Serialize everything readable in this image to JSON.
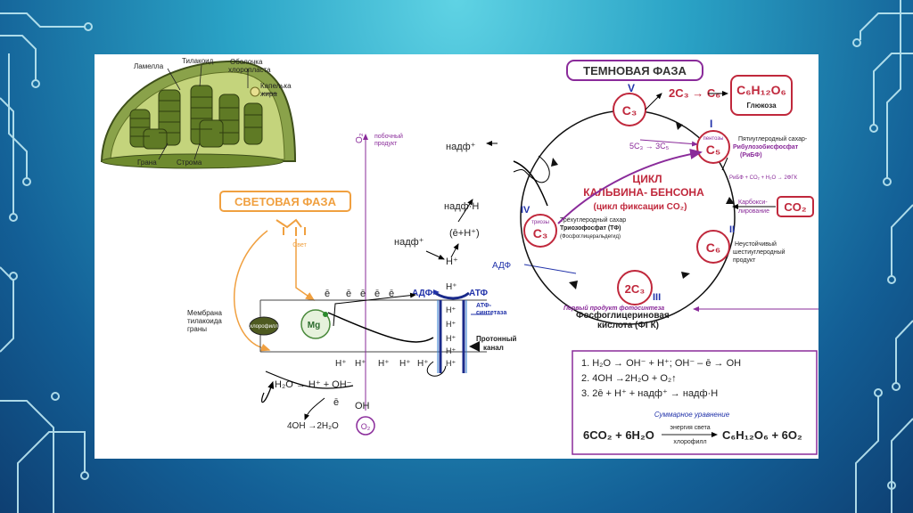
{
  "chloroplast": {
    "lamella": "Ламелла",
    "thylakoid": "Тилакоид",
    "envelope_1": "Оболочка",
    "envelope_2": "хлоропласта",
    "droplet_1": "Капелька",
    "droplet_2": "жира",
    "grana": "Грана",
    "stroma": "Строма"
  },
  "light_phase": {
    "title": "СВЕТОВАЯ ФАЗА",
    "light": "Свет",
    "membrane_1": "Мембрана",
    "membrane_2": "тилакоида",
    "membrane_3": "граны",
    "chlorophyll": "хлорофилл",
    "mg": "Mg",
    "electrons": [
      "ē",
      "ē",
      "ē",
      "ē",
      "ē"
    ],
    "protons_bottom": [
      "H⁺",
      "H⁺",
      "H⁺",
      "H⁺",
      "H⁺"
    ],
    "protons_channel": [
      "H⁺",
      "H⁺",
      "H⁺",
      "H⁺",
      "H⁺"
    ],
    "h_plus_top": "H⁺",
    "adf": "АДФ",
    "atf": "АТФ",
    "atp_synthase_1": "АТФ-",
    "atp_synthase_2": "синтетаза",
    "proton_channel_1": "Протонный",
    "proton_channel_2": "канал",
    "o2": "O₂",
    "byproduct_1": "побочный",
    "byproduct_2": "продукт",
    "nadp_plus_top": "надф⁺",
    "nadp_h": "надф·Н",
    "e_h": "(ē+H⁺)",
    "nadp_plus_mid": "надф⁺",
    "adf_out": "АДФ",
    "photolysis_1": "H₂O → H⁺ + OH⁻",
    "photolysis_e": "ē",
    "photolysis_oh": "OH",
    "photolysis_2": "4OH →2H₂O",
    "o2_circle": "O₂"
  },
  "dark_phase": {
    "title": "ТЕМНОВАЯ ФАЗА",
    "cycle_1": "ЦИКЛ",
    "cycle_2": "КАЛЬВИНА- БЕНСОНА",
    "cycle_3": "(цикл фиксации CO₂)",
    "roman": [
      "V",
      "I",
      "II",
      "III",
      "IV"
    ],
    "c3_top": "C₃",
    "c3_top_products": "2C₃ → C₆",
    "glucose_formula": "C₆H₁₂O₆",
    "glucose_label": "Глюкоза",
    "c5": "C₅",
    "c5_pre": "5C₃ → 3C₅",
    "pentoses": "пентозы",
    "c5_desc_1": "Пятиуглеродный сахар-",
    "c5_desc_2": "Рибулозобисфосфат",
    "c5_desc_3": "(РиБФ)",
    "ribf_eq": "РиБФ + CO₂ + H₂O → 2ФГК",
    "co2": "CO₂",
    "carboxylation_1": "Карбокси-",
    "carboxylation_2": "лирование",
    "c6": "C₆",
    "c6_desc_1": "Неустойчивый",
    "c6_desc_2": "шестиуглеродный",
    "c6_desc_3": "продукт",
    "twoc3": "2C₃",
    "pgk_1": "Первый продукт фотосинтеза",
    "pgk_2": "Фосфоглицериновая",
    "pgk_3": "кислота (ФГК)",
    "triose_label": "триозы",
    "triose_c3": "C₃",
    "triose_desc_1": "Трёхуглеродный сахар",
    "triose_desc_2": "Триозофосфат (ТФ)",
    "triose_desc_3": "(Фосфоглицеральдегид)"
  },
  "equations": {
    "eq1": "1.  H₂O → OH⁻ + H⁺;    OH⁻ – ē → OH",
    "eq2": "2.  4OH →2H₂O + O₂↑",
    "eq3": "3.  2ē + H⁺ + надф⁺ → надф·Н",
    "summary_title": "Суммарное уравнение",
    "summary_left": "6CO₂ + 6H₂O",
    "summary_top": "энергия света",
    "summary_bottom": "хлорофилл",
    "summary_right": "C₆H₁₂O₆ + 6O₂"
  }
}
